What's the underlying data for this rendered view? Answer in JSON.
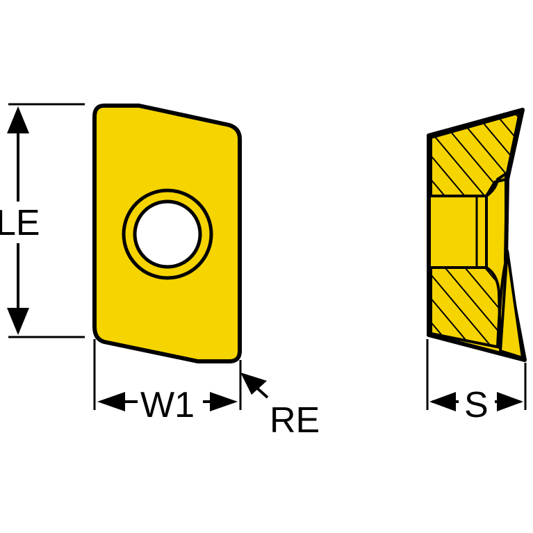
{
  "labels": {
    "le": "LE",
    "w1": "W1",
    "re": "RE",
    "s": "S"
  },
  "colors": {
    "insert_fill": "#f5d400",
    "outline": "#000000",
    "hatch": "#000000",
    "background": "#ffffff"
  }
}
